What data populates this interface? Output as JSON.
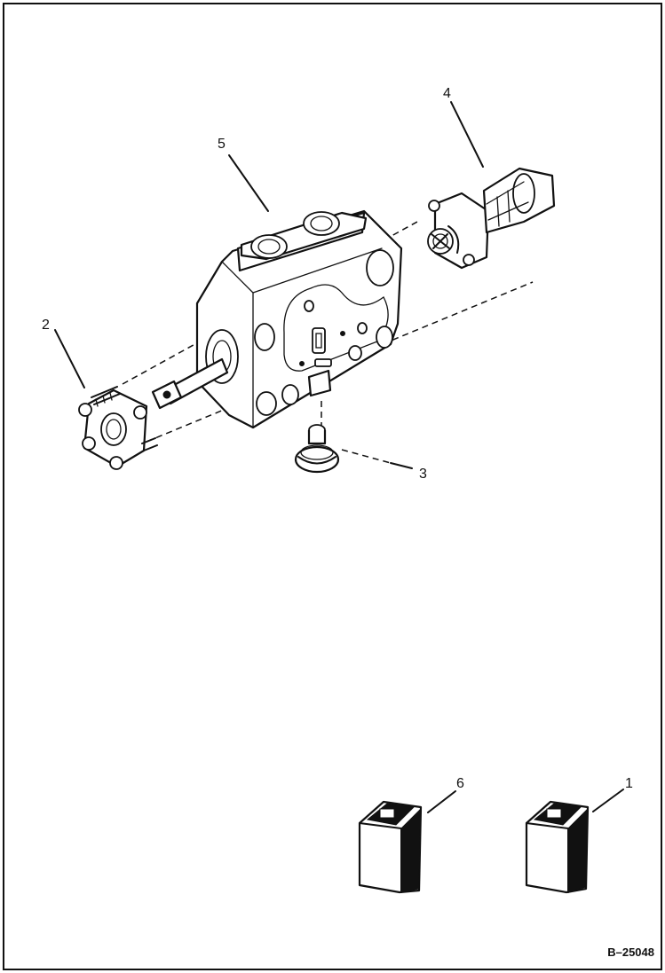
{
  "callouts": [
    {
      "id": "1",
      "label": "1"
    },
    {
      "id": "2",
      "label": "2"
    },
    {
      "id": "3",
      "label": "3"
    },
    {
      "id": "4",
      "label": "4"
    },
    {
      "id": "5",
      "label": "5"
    },
    {
      "id": "6",
      "label": "6"
    }
  ],
  "figure_ref": "B–25048",
  "colors": {
    "line": "#111111",
    "background": "#ffffff"
  }
}
